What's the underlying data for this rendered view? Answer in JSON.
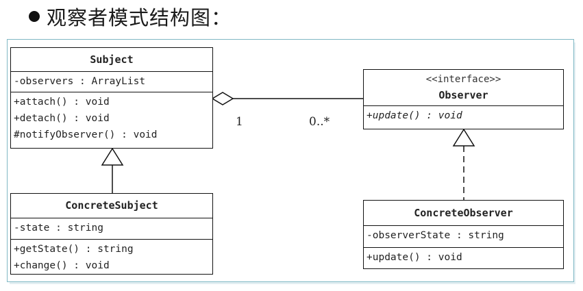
{
  "title": "观察者模式结构图：",
  "subject": {
    "name": "Subject",
    "attributes": [
      "-observers : ArrayList"
    ],
    "methods": [
      "+attach() : void",
      "+detach() : void",
      "#notifyObserver() : void"
    ]
  },
  "observer": {
    "stereotype": "<<interface>>",
    "name": "Observer",
    "methods": [
      "+update() : void"
    ]
  },
  "concrete_subject": {
    "name": "ConcreteSubject",
    "attributes": [
      "-state : string"
    ],
    "methods": [
      "+getState() : string",
      "+change() : void"
    ]
  },
  "concrete_observer": {
    "name": "ConcreteObserver",
    "attributes": [
      "-observerState : string"
    ],
    "methods": [
      "+update() : void"
    ]
  },
  "association": {
    "subject_multiplicity": "1",
    "observer_multiplicity": "0..*"
  },
  "colors": {
    "frame_border": "#7fb8c4",
    "line": "#111111"
  }
}
